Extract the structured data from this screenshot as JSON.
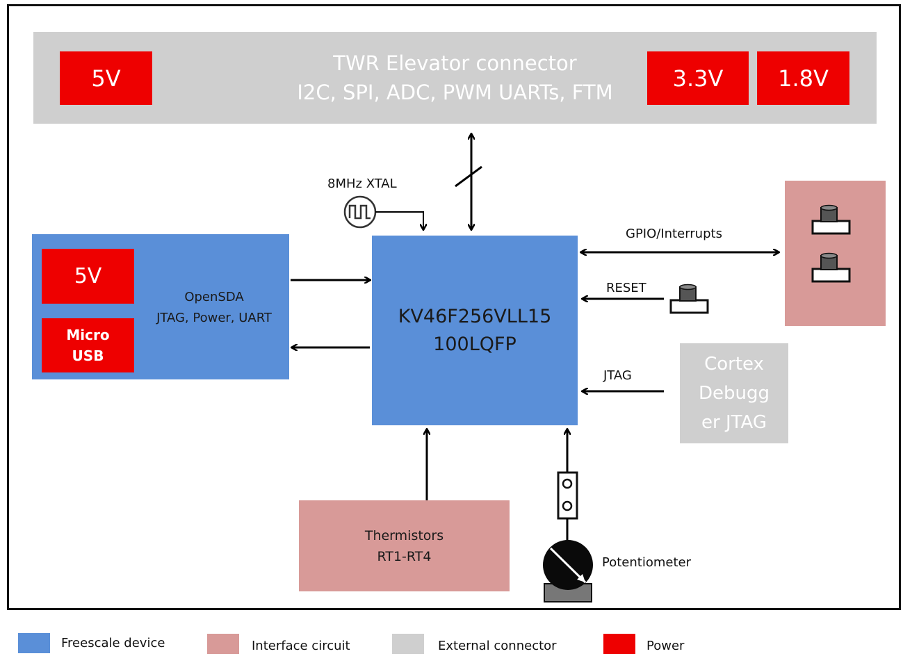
{
  "elevator": {
    "line1": "TWR Elevator connector",
    "line2": "I2C, SPI, ADC, PWM UARTs, FTM",
    "badge_5v": "5V",
    "badge_33v": "3.3V",
    "badge_18v": "1.8V"
  },
  "xtal": {
    "label": "8MHz XTAL"
  },
  "opensda": {
    "line1": "OpenSDA",
    "line2": "JTAG, Power, UART",
    "badge_5v": "5V",
    "usb_line1": "Micro",
    "usb_line2": "USB"
  },
  "mcu": {
    "line1": "KV46F256VLL15",
    "line2": "100LQFP"
  },
  "signals": {
    "gpio": "GPIO/Interrupts",
    "reset": "RESET",
    "jtag": "JTAG"
  },
  "debugger": {
    "line1": "Cortex",
    "line2": "Debugg",
    "line3": "er JTAG"
  },
  "thermistors": {
    "line1": "Thermistors",
    "line2": "RT1-RT4"
  },
  "potentiometer": {
    "label": "Potentiometer"
  },
  "legend": {
    "items": [
      {
        "label": "Freescale device",
        "color": "#5a8fd8"
      },
      {
        "label": "Interface circuit",
        "color": "#d89a98"
      },
      {
        "label": "External connector",
        "color": "#cfcfcf"
      },
      {
        "label": "Power",
        "color": "#ee0000"
      }
    ]
  }
}
